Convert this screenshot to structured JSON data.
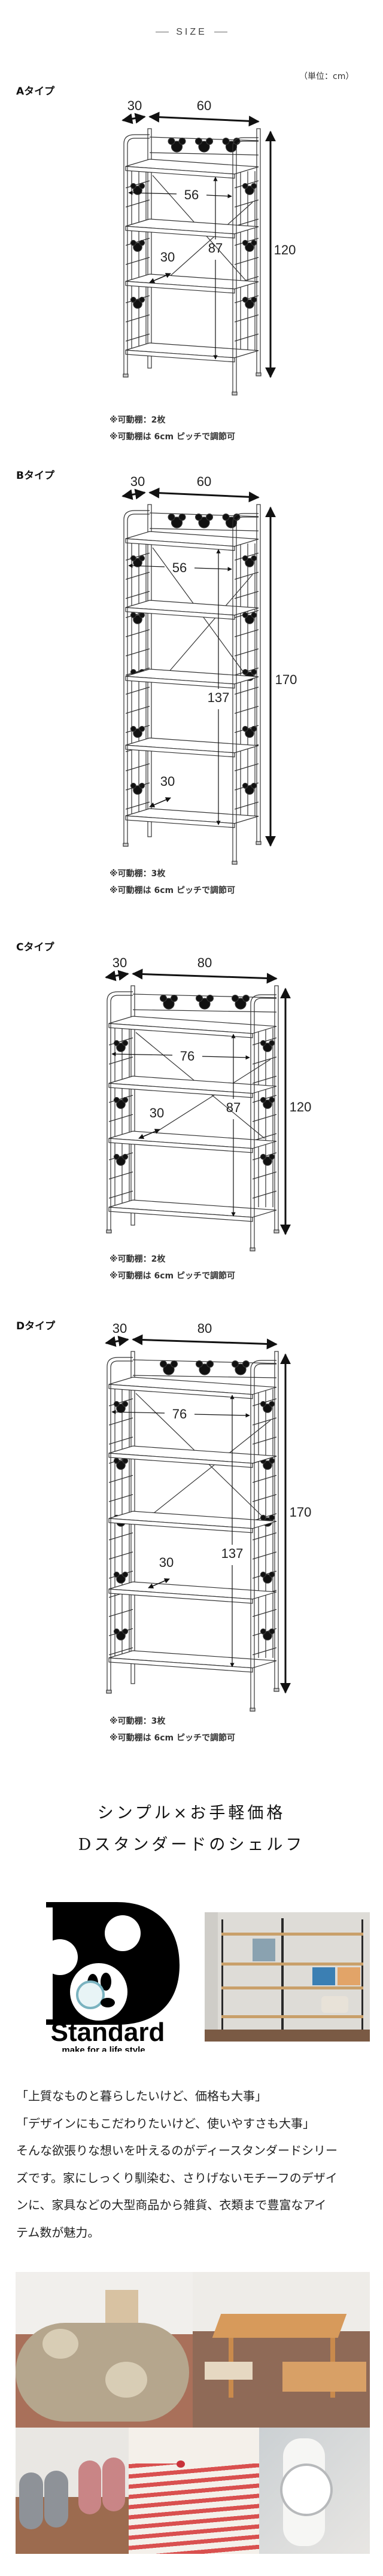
{
  "header": {
    "title": "SIZE",
    "unit": "（単位：cm）"
  },
  "types": [
    {
      "title": "Aタイプ",
      "depth": "30",
      "width": "60",
      "height": "120",
      "inner_width": "56",
      "inner_height": "87",
      "inner_depth": "30",
      "notes": [
        "※可動棚：2枚",
        "※可動棚は 6cm ピッチで調節可"
      ]
    },
    {
      "title": "Bタイプ",
      "depth": "30",
      "width": "60",
      "height": "170",
      "inner_width": "56",
      "inner_height": "137",
      "inner_depth": "30",
      "notes": [
        "※可動棚：3枚",
        "※可動棚は 6cm ピッチで調節可"
      ]
    },
    {
      "title": "Cタイプ",
      "depth": "30",
      "width": "80",
      "height": "120",
      "inner_width": "76",
      "inner_height": "87",
      "inner_depth": "30",
      "notes": [
        "※可動棚：2枚",
        "※可動棚は 6cm ピッチで調節可"
      ]
    },
    {
      "title": "Dタイプ",
      "depth": "30",
      "width": "80",
      "height": "170",
      "inner_width": "76",
      "inner_height": "137",
      "inner_depth": "30",
      "notes": [
        "※可動棚：3枚",
        "※可動棚は 6cm ピッチで調節可"
      ]
    }
  ],
  "catch": {
    "line1": "シンプル×お手軽価格",
    "line2": "Dスタンダードのシェルフ"
  },
  "logo": {
    "brand": "Standard",
    "tagline": "make for a life style"
  },
  "description": {
    "lines": [
      "「上質なものと暮らしたいけど、価格も大事」",
      "「デザインにもこだわりたいけど、使いやすさも大事」",
      "そんな欲張りな想いを叶えるのがディースタンダードシリー",
      "ズです。家にしっくり馴染む、さりげないモチーフのデザイ",
      "ンに、家具などの大型商品から雑貨、衣類まで豊富なアイ",
      "テム数が魅力。"
    ]
  },
  "colors": {
    "line": "#333333",
    "text": "#222222"
  }
}
